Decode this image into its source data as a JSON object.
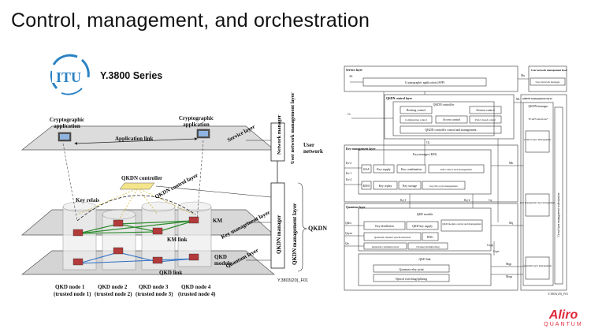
{
  "slide": {
    "title": "Control, management, and orchestration",
    "series": "Y.3800 Series"
  },
  "logo": {
    "text": "ITU"
  },
  "left_diagram": {
    "user_app_left": "Cryptographic application",
    "user_app_right": "Cryptographic application",
    "application_link": "Application link",
    "service_layer": "Service layer",
    "network_manager": "Network manager",
    "user_network_management_layer": "User network management layer",
    "user_network": "User network",
    "qkdn_controller": "QKDN controller",
    "qkdn_control_layer": "QKDN control layer",
    "key_relais": "Key relais",
    "km": "KM",
    "km_link": "KM link",
    "key_management_layer": "Key management layer",
    "qkd_module": "QKD module",
    "qkd_link": "QKD link",
    "quantum_layer": "Quantum layer",
    "qkdn_manager": "QKDN manager",
    "qkdn_management_layer": "QKDN management layer",
    "qkdn": "QKDN",
    "nodes": [
      {
        "name": "QKD node 1",
        "sub": "(trusted node 1)"
      },
      {
        "name": "QKD node 2",
        "sub": "(trusted node 2)"
      },
      {
        "name": "QKD node 3",
        "sub": "(trusted node 3)"
      },
      {
        "name": "QKD node 4",
        "sub": "(trusted node 4)"
      }
    ],
    "figure_id": "Y.3803(20)_F01"
  },
  "right_diagram": {
    "service_layer": "Service layer",
    "crypto_app": "Cryptographic application (APP)",
    "user_network_mgmt_layer": "User network management layer",
    "user_network_manager": "User network manager",
    "qkdn_control_layer": "QKDN control layer",
    "qkdn_controller": "QKDN controller",
    "routing_control": "Routing control",
    "session_control": "Session control",
    "configuration_control": "Configuration control",
    "access_control": "Access control",
    "policy_based_control": "Policy based control",
    "controller_ctrl_mgmt": "QKDN controller control and management",
    "qkdn_mgmt_layer": "QKDN management layer",
    "qkdn_manager": "QKDN manager",
    "fcaps": "FCAPS functions*",
    "control_layer_mgmt": "Control layer management",
    "key_mgmt_layer_mgmt": "Key management layer management",
    "quantum_layer_mgmt": "Quantum layer management",
    "cross_layer": "Cross-layer management orchestration",
    "key_mgmt_layer": "Key management layer",
    "key_manager": "Key manager (KM)",
    "ksa": "KSA",
    "kma": "KMA",
    "key_supply": "Key supply",
    "key_combination": "Key combination",
    "km_ctrl_mgmt": "KM control and management",
    "key_replay": "Key replay",
    "key_storage": "Key storage",
    "key_life": "Key life-cycle management",
    "quantum_layer": "Quantum layer",
    "qkd_module": "QKD module",
    "key_distillation": "Key distillation",
    "qkd_key_supply": "QKD-key supply",
    "qkd_module_ctrl": "QKD module control and management",
    "qcsync": "Quantum channel synchronization",
    "rng": "RNG",
    "quantum_comm": "Quantum communication",
    "channel_mux": "Channel multiplexing",
    "qkd_link": "QKD link",
    "quantum_relay": "Quantum relay point",
    "optical_switch": "Optical switching/splitting",
    "refs": [
      "Ak",
      "Ck",
      "Cs",
      "Ks-2",
      "Ks-1",
      "Ks-4",
      "Kq-1",
      "Kq-2",
      "Cq",
      "Mu",
      "Mc",
      "Mk",
      "Mq",
      "Mqp",
      "Mops",
      "Copp",
      "Cops",
      "Qdist",
      "Qsync",
      "Qtr"
    ],
    "figure_id": "Y.3803(20)_F01"
  },
  "brand": {
    "name": "Aliro",
    "sub": "QUANTUM"
  }
}
